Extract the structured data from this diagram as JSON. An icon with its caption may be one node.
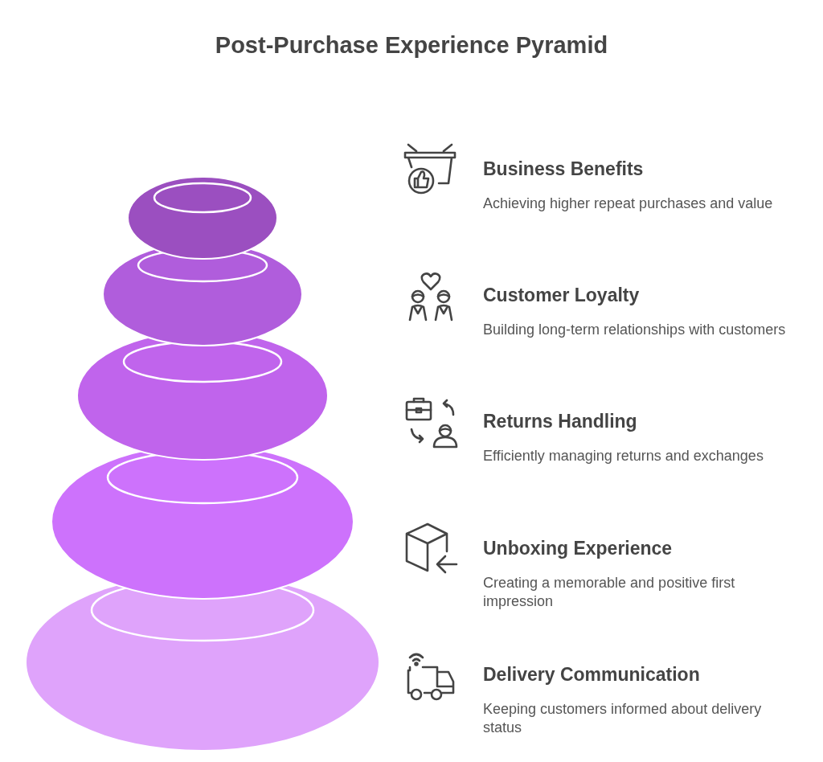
{
  "diagram": {
    "title": "Post-Purchase Experience Pyramid",
    "labels": [
      "Business Benefits",
      "Achieving higher repeat purchases and value",
      "Customer Loyalty",
      "Building long-term relationships with customers",
      "Returns Handling",
      "Efficiently managing returns and exchanges",
      "Unboxing Experience",
      "Creating a memorable and positive first impression",
      "Delivery Communication",
      "Keeping customers informed about delivery status"
    ]
  }
}
